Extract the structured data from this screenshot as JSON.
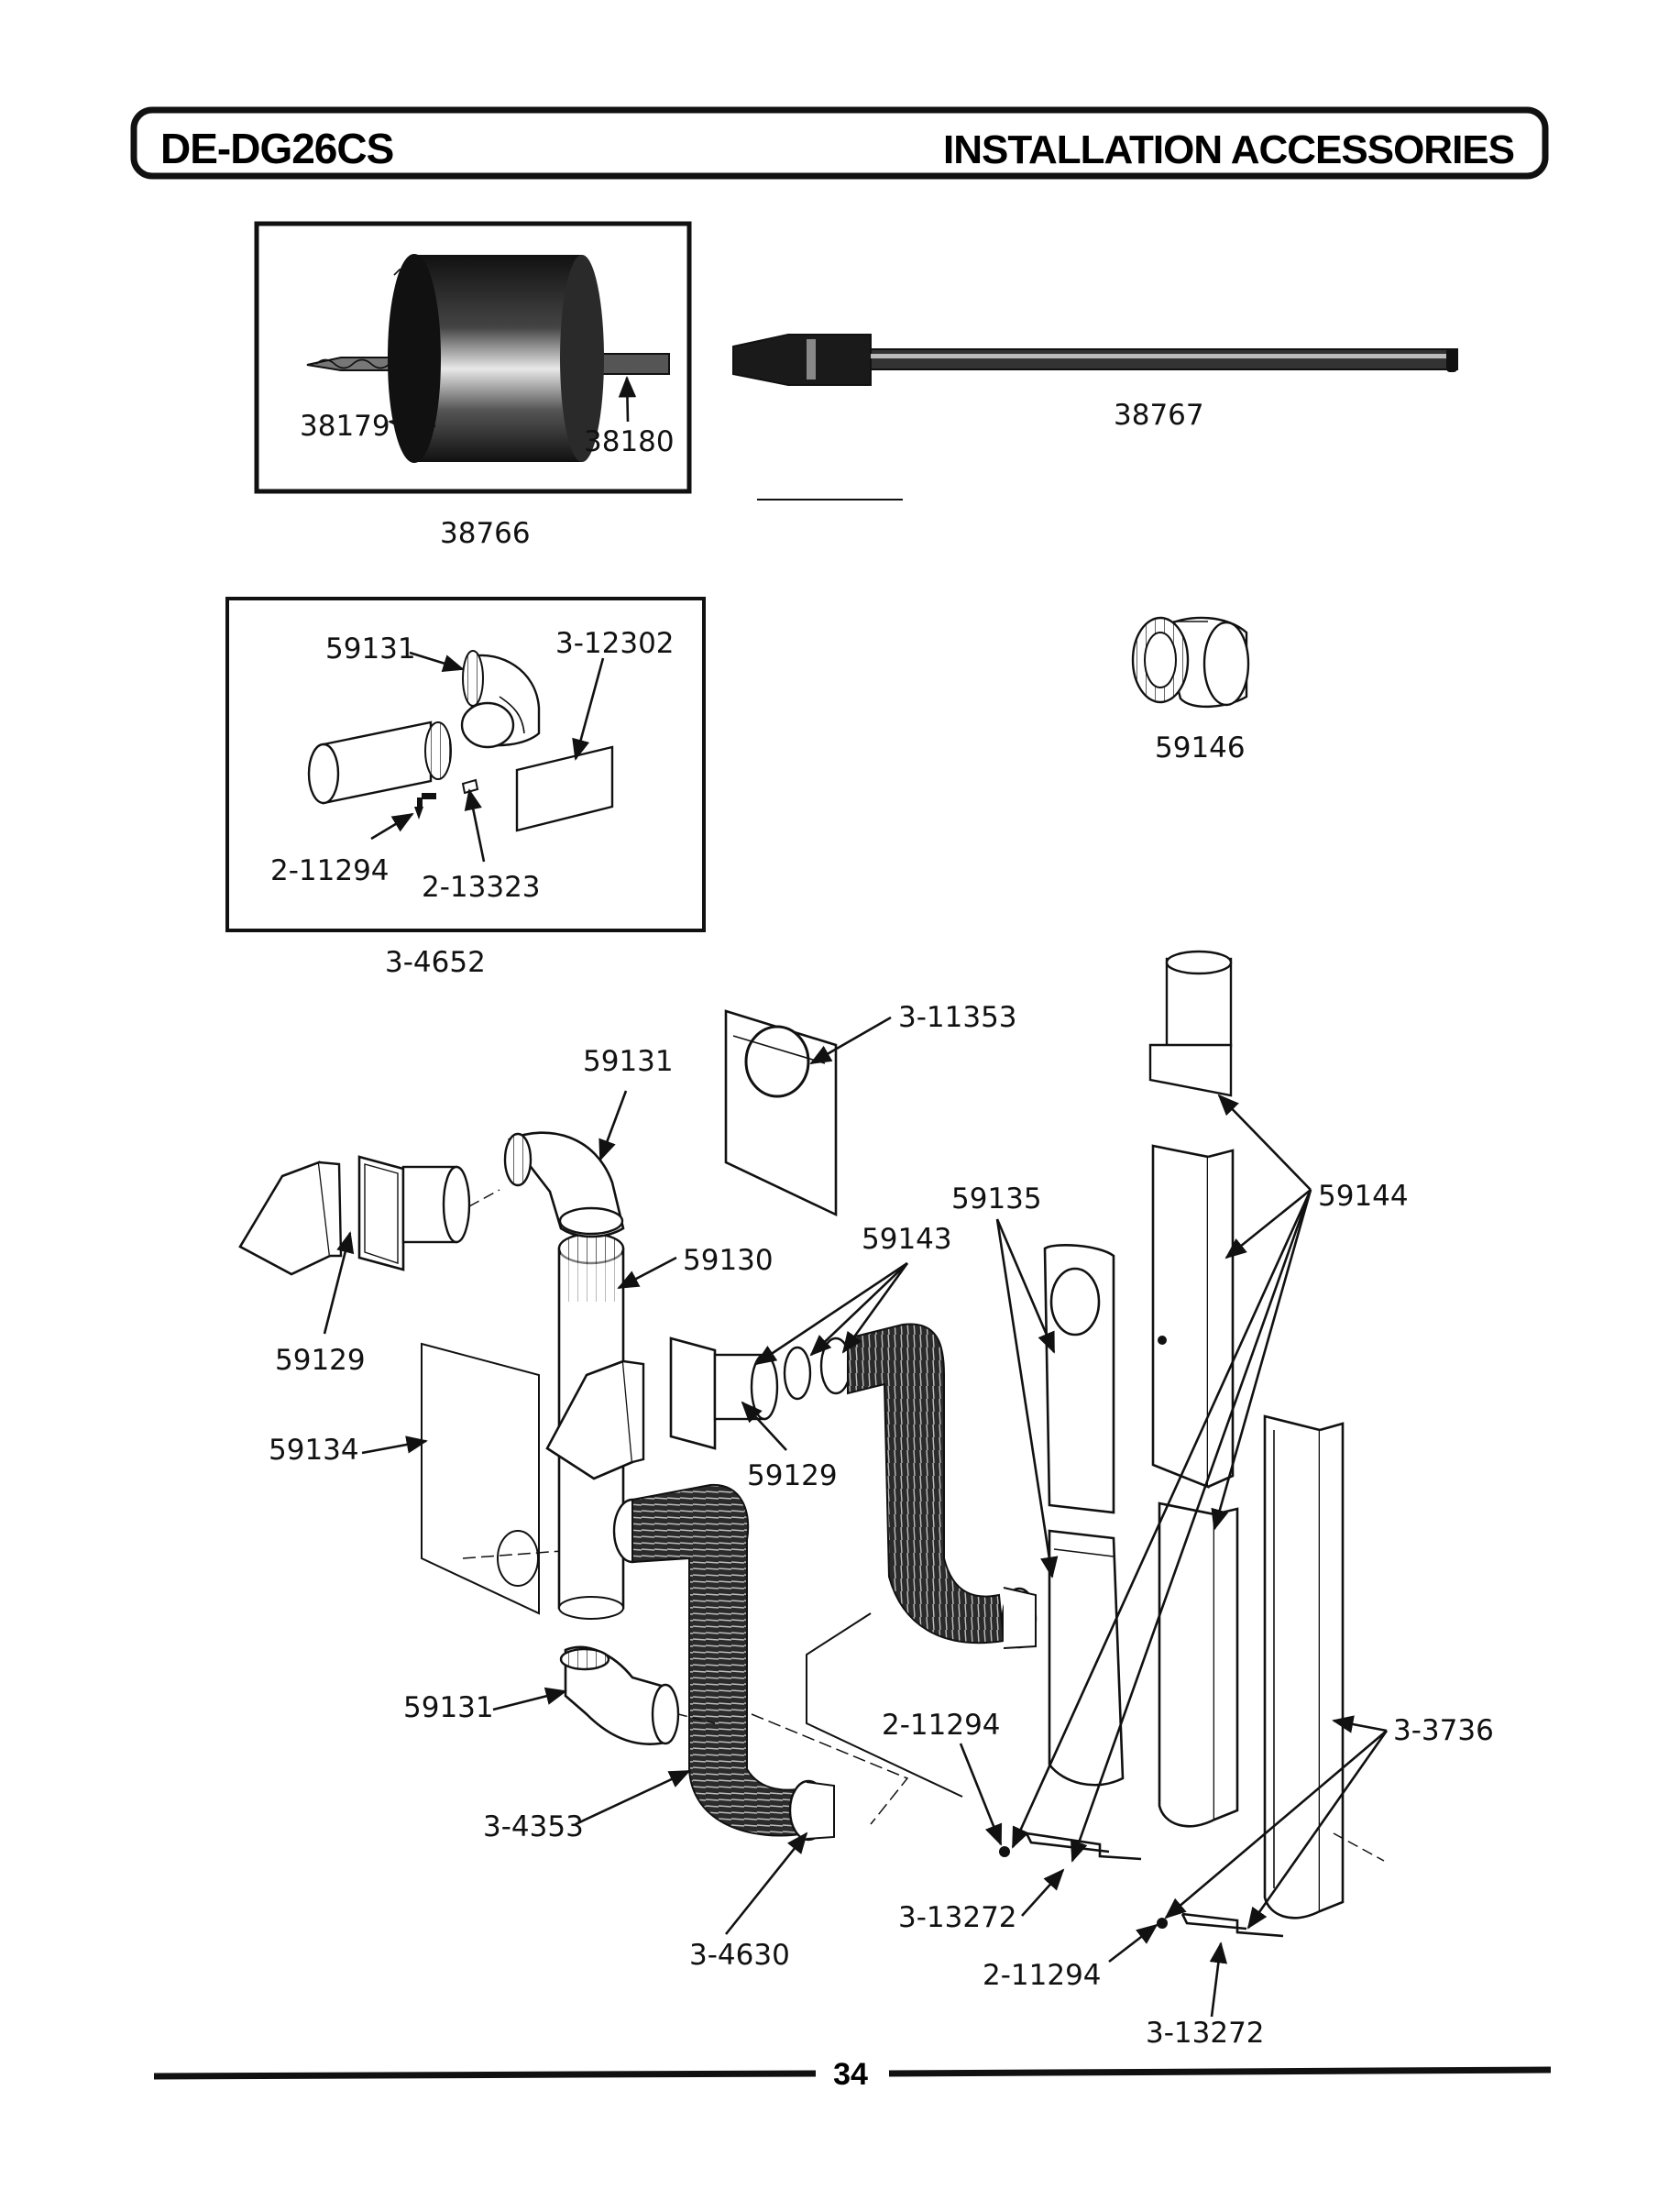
{
  "header": {
    "model": "DE-DG26CS",
    "title": "INSTALLATION ACCESSORIES"
  },
  "page_number": "34",
  "callouts": {
    "p38179": "38179",
    "p38180": "38180",
    "p38766": "38766",
    "p38767": "38767",
    "p59131_kit": "59131",
    "p3_12302": "3-12302",
    "p2_11294_kit": "2-11294",
    "p2_13323": "2-13323",
    "p3_4652": "3-4652",
    "p59146": "59146",
    "p3_11353": "3-11353",
    "p59131_top": "59131",
    "p59130": "59130",
    "p59129_left": "59129",
    "p59134": "59134",
    "p59129_mid": "59129",
    "p59143": "59143",
    "p59135": "59135",
    "p59144": "59144",
    "p59131_low": "59131",
    "p3_4353": "3-4353",
    "p3_4630": "3-4630",
    "p2_11294_a": "2-11294",
    "p3_13272_a": "3-13272",
    "p2_11294_b": "2-11294",
    "p3_13272_b": "3-13272",
    "p3_3736": "3-3736"
  }
}
